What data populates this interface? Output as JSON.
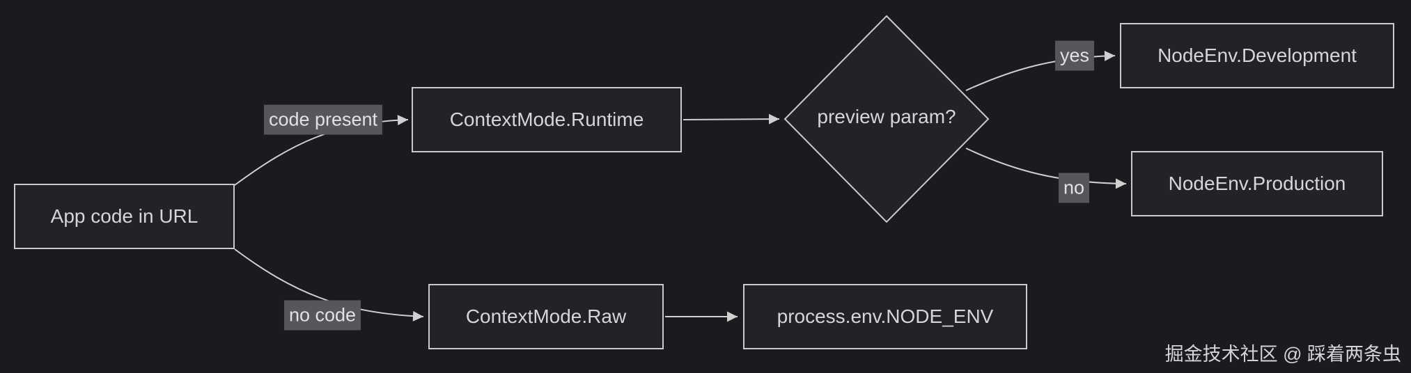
{
  "diagram": {
    "nodes": {
      "app": {
        "label": "App code in URL"
      },
      "runtime": {
        "label": "ContextMode.Runtime"
      },
      "decision": {
        "label": "preview param?"
      },
      "dev": {
        "label": "NodeEnv.Development"
      },
      "prod": {
        "label": "NodeEnv.Production"
      },
      "raw": {
        "label": "ContextMode.Raw"
      },
      "env": {
        "label": "process.env.NODE_ENV"
      }
    },
    "edge_labels": {
      "code_present": "code present",
      "no_code": "no code",
      "yes": "yes",
      "no": "no"
    },
    "colors": {
      "background": "#1b1b1f",
      "node_fill": "#232327",
      "node_border": "#cbcbcd",
      "node_text": "#d6d6d8",
      "edge_stroke": "#d0d0d0",
      "edge_label_bg": "#57575b",
      "edge_label_text": "#e2e2e4"
    }
  },
  "watermark": {
    "text": "掘金技术社区 @ 踩着两条虫"
  }
}
